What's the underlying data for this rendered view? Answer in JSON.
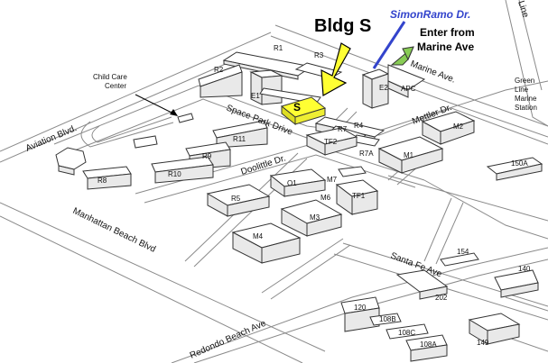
{
  "callout": {
    "title": "Bldg S",
    "street_name": "SimonRamo Dr.",
    "enter_line1": "Enter from",
    "enter_line2": "Marine Ave"
  },
  "highlight": {
    "label": "S",
    "color": "#ffff33"
  },
  "colors": {
    "street_blue": "#3344cc",
    "arrow_green": "#88cc55",
    "arrow_yellow": "#ffff33"
  },
  "roads": {
    "line": "Line",
    "marine": "Marine Ave.",
    "green_line_1": "Green",
    "green_line_2": "Line",
    "green_line_3": "Marine",
    "green_line_4": "Station",
    "aviation": "Aviation Blvd.",
    "space_park": "Space Park Drive",
    "mettler": "Mettler Dr.",
    "doolittle": "Doolittle Dr.",
    "manhattan": "Manhattan Beach Blvd",
    "santa_fe": "Santa Fe Ave",
    "redondo": "Redondo Beach Ave"
  },
  "child_care": {
    "line1": "Child Care",
    "line2": "Center"
  },
  "buildings": {
    "R1": "R1",
    "R2": "R2",
    "R3": "R3",
    "E1": "E1",
    "E2": "E2",
    "APC": "APC",
    "R4": "R4",
    "R7": "R7",
    "R7A": "R7A",
    "TF2": "TF2",
    "M1": "M1",
    "M2": "M2",
    "R11": "R11",
    "R9": "R9",
    "R10": "R10",
    "R8": "R8",
    "R5": "R5",
    "O1": "O1",
    "M7": "M7",
    "M6": "M6",
    "TF1": "TF1",
    "M3": "M3",
    "M4": "M4",
    "b150A": "150A",
    "b154": "154",
    "b140": "140",
    "b202": "202",
    "b120": "120",
    "b108B": "108B",
    "b108C": "108C",
    "b108A": "108A",
    "b149": "149"
  }
}
